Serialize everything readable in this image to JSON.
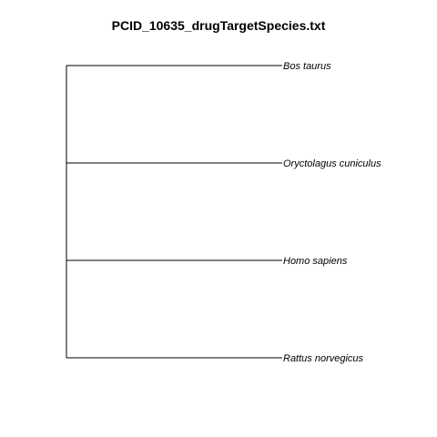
{
  "title": "PCID_10635_drugTargetSpecies.txt",
  "tree": {
    "tips": [
      {
        "label": "Bos taurus"
      },
      {
        "label": "Oryctolagus cuniculus"
      },
      {
        "label": "Homo sapiens"
      },
      {
        "label": "Rattus norvegicus"
      }
    ],
    "line_color": "#000000",
    "label_color": "#000000"
  }
}
